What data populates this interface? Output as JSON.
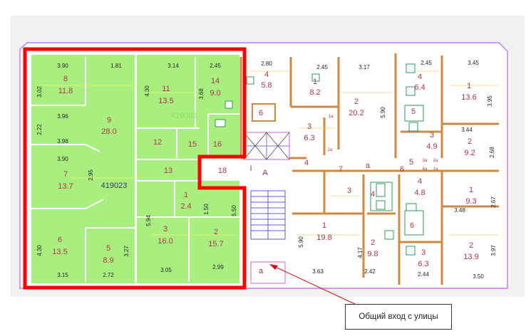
{
  "callout": {
    "text": "Общий вход с улицы"
  },
  "ids": {
    "block_top": "419068",
    "block_main": "419023"
  },
  "colors": {
    "highlight": "#ff0000",
    "green": "#a9ef7f",
    "label": "#b0344a",
    "dim": "#222222",
    "wall": "#b87333"
  },
  "rooms": [
    {
      "key": "r_8",
      "no": "8",
      "area": "11.8"
    },
    {
      "key": "r_9",
      "no": "9",
      "area": "28.0"
    },
    {
      "key": "r_7",
      "no": "7",
      "area": "13.7"
    },
    {
      "key": "r_6",
      "no": "6",
      "area": "13.5"
    },
    {
      "key": "r_5a",
      "no": "5",
      "area": "8.9"
    },
    {
      "key": "r_11",
      "no": "11",
      "area": "13.5"
    },
    {
      "key": "r_14",
      "no": "14",
      "area": "9.0"
    },
    {
      "key": "r_12",
      "no": "12",
      "area": ""
    },
    {
      "key": "r_15",
      "no": "15",
      "area": ""
    },
    {
      "key": "r_16",
      "no": "16",
      "area": ""
    },
    {
      "key": "r_13",
      "no": "13",
      "area": ""
    },
    {
      "key": "r_18",
      "no": "18",
      "area": ""
    },
    {
      "key": "r_1a",
      "no": "1",
      "area": "2.4"
    },
    {
      "key": "r_3a",
      "no": "3",
      "area": "16.0"
    },
    {
      "key": "r_2a",
      "no": "2",
      "area": "15.7"
    },
    {
      "key": "r_4b",
      "no": "4",
      "area": "5.8"
    },
    {
      "key": "r_6b",
      "no": "6",
      "area": ""
    },
    {
      "key": "r_1b",
      "no": "1",
      "area": "8.2"
    },
    {
      "key": "r_2b",
      "no": "2",
      "area": "20.2"
    },
    {
      "key": "r_3b",
      "no": "3",
      "area": "6.3"
    },
    {
      "key": "r_4c",
      "no": "4",
      "area": "6.4"
    },
    {
      "key": "r_5c",
      "no": "5",
      "area": ""
    },
    {
      "key": "r_3c",
      "no": "3",
      "area": "4.9"
    },
    {
      "key": "r_1c",
      "no": "1",
      "area": "13.6"
    },
    {
      "key": "r_2c",
      "no": "2",
      "area": "9.2"
    },
    {
      "key": "r_1d",
      "no": "1",
      "area": "9.3"
    },
    {
      "key": "r_2d",
      "no": "2",
      "area": "13.9"
    },
    {
      "key": "r_1e",
      "no": "1",
      "area": "19.8"
    },
    {
      "key": "r_3e",
      "no": "3",
      "area": ""
    },
    {
      "key": "r_4e",
      "no": "4",
      "area": ""
    },
    {
      "key": "r_2e",
      "no": "2",
      "area": "9.8"
    },
    {
      "key": "r_4f",
      "no": "4",
      "area": "4.8"
    },
    {
      "key": "r_6f",
      "no": "6",
      "area": ""
    },
    {
      "key": "r_3f",
      "no": "3",
      "area": "6.3"
    }
  ],
  "labels": [
    {
      "key": "c_I",
      "text": "I"
    },
    {
      "key": "c_A",
      "text": "A"
    },
    {
      "key": "c_4",
      "text": "4"
    },
    {
      "key": "c_7",
      "text": "7"
    },
    {
      "key": "c_a",
      "text": "a"
    },
    {
      "key": "c_6",
      "text": "6"
    },
    {
      "key": "c_5",
      "text": "5"
    },
    {
      "key": "c_a2",
      "text": "a"
    },
    {
      "key": "s_1a",
      "text": "1a"
    },
    {
      "key": "s_2a",
      "text": "2a"
    },
    {
      "key": "s_3a",
      "text": "3a"
    },
    {
      "key": "s_2a2",
      "text": "2a"
    },
    {
      "key": "s_4a",
      "text": "4a"
    },
    {
      "key": "s_1a2",
      "text": "1a"
    }
  ],
  "dims": [
    {
      "key": "d01",
      "text": "3.90"
    },
    {
      "key": "d02",
      "text": "1.81"
    },
    {
      "key": "d03",
      "text": "3.02"
    },
    {
      "key": "d04",
      "text": "3.96"
    },
    {
      "key": "d05",
      "text": "2.22"
    },
    {
      "key": "d06",
      "text": "3.98"
    },
    {
      "key": "d07",
      "text": "3.90"
    },
    {
      "key": "d08",
      "text": "2.95"
    },
    {
      "key": "d09",
      "text": "4.30"
    },
    {
      "key": "d10",
      "text": "3.27"
    },
    {
      "key": "d11",
      "text": "3.15"
    },
    {
      "key": "d12",
      "text": "2.72"
    },
    {
      "key": "d13",
      "text": "3.14"
    },
    {
      "key": "d14",
      "text": "2.45"
    },
    {
      "key": "d15",
      "text": "4.30"
    },
    {
      "key": "d16",
      "text": "3.68"
    },
    {
      "key": "d17",
      "text": "5.94"
    },
    {
      "key": "d18",
      "text": "1.50"
    },
    {
      "key": "d19",
      "text": "5.50"
    },
    {
      "key": "d20",
      "text": "3.05"
    },
    {
      "key": "d21",
      "text": "2.99"
    },
    {
      "key": "d22",
      "text": "2.80"
    },
    {
      "key": "d23",
      "text": "2.45"
    },
    {
      "key": "d24",
      "text": "3.17"
    },
    {
      "key": "d25",
      "text": "5.90"
    },
    {
      "key": "d26",
      "text": "2.45"
    },
    {
      "key": "d27",
      "text": "3.45"
    },
    {
      "key": "d28",
      "text": "3.95"
    },
    {
      "key": "d29",
      "text": "3.44"
    },
    {
      "key": "d30",
      "text": "2.68"
    },
    {
      "key": "d31",
      "text": "3.48"
    },
    {
      "key": "d32",
      "text": "2.67"
    },
    {
      "key": "d33",
      "text": "3.97"
    },
    {
      "key": "d34",
      "text": "3.50"
    },
    {
      "key": "d35",
      "text": "5.90"
    },
    {
      "key": "d36",
      "text": "3.63"
    },
    {
      "key": "d37",
      "text": "4.17"
    },
    {
      "key": "d38",
      "text": "2.42"
    },
    {
      "key": "d39",
      "text": "2.44"
    }
  ]
}
